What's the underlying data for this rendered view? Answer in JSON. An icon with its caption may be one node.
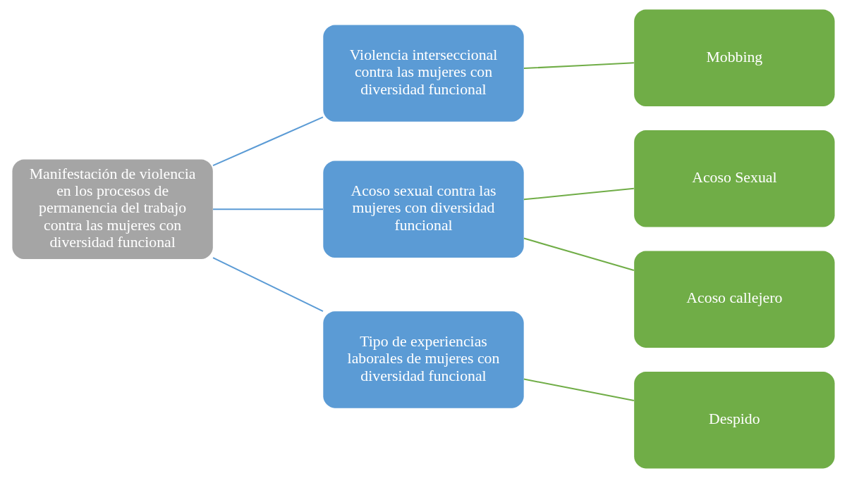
{
  "diagram": {
    "nodes": [
      {
        "text": [
          "Manifestación de violencia en los procesos de permanencia del trabajo contra las mujeres con diversidad funcional"
        ]
      },
      {
        "text": [
          "Violencia interseccional contra las mujeres con diversidad funcional"
        ]
      },
      {
        "text": [
          "Acoso sexual contra las mujeres con diversidad funcional"
        ]
      },
      {
        "text": [
          "Tipo de experiencias laborales de mujeres con diversidad funcional"
        ]
      },
      {
        "text": [
          "Mobbing"
        ]
      },
      {
        "text": [
          "Acoso Sexual"
        ]
      },
      {
        "text": [
          "Acoso callejero"
        ]
      },
      {
        "text": [
          "Despido"
        ]
      }
    ],
    "edges": [
      {
        "from": 0,
        "to": 1,
        "arrow": "none",
        "color": "#5b9bd5"
      },
      {
        "from": 0,
        "to": 2,
        "arrow": "none",
        "color": "#5b9bd5"
      },
      {
        "from": 0,
        "to": 3,
        "arrow": "none",
        "color": "#5b9bd5"
      },
      {
        "from": 1,
        "to": 4,
        "arrow": "none"
      },
      {
        "from": 2,
        "to": 5,
        "arrow": "none"
      },
      {
        "from": 2,
        "to": 6,
        "arrow": "none"
      },
      {
        "from": 3,
        "to": 7,
        "arrow": "none"
      }
    ]
  }
}
